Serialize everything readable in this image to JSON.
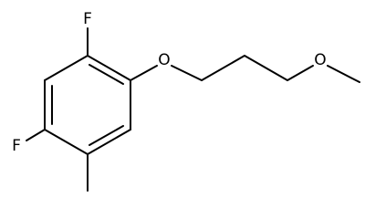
{
  "molecule": {
    "atoms": {
      "fluorine_top": "F",
      "fluorine_left": "F",
      "ether_oxygen": "O",
      "methoxy_oxygen": "O"
    },
    "colors": {
      "bond": "#000000",
      "label": "#000000",
      "background": "#ffffff"
    }
  }
}
